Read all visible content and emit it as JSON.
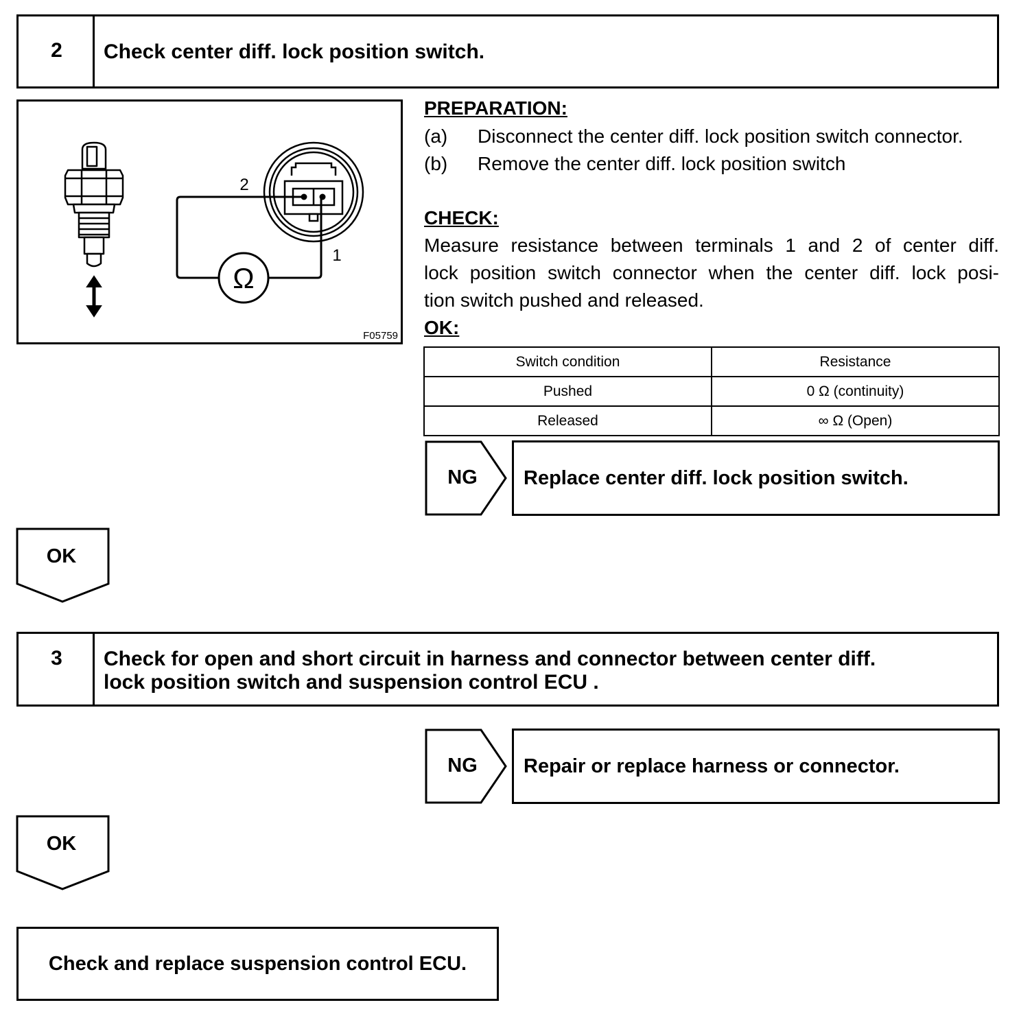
{
  "step2": {
    "number": "2",
    "title": "Check center diff. lock position switch."
  },
  "figure": {
    "terminal_2": "2",
    "terminal_1": "1",
    "ohm_symbol": "Ω",
    "code": "F05759"
  },
  "preparation": {
    "heading": "PREPARATION:",
    "items": [
      {
        "marker": "(a)",
        "text": "Disconnect the center diff. lock position switch connector."
      },
      {
        "marker": "(b)",
        "text": "Remove the center diff. lock position switch"
      }
    ]
  },
  "check": {
    "heading": "CHECK:",
    "lines": [
      "Measure resistance between terminals 1 and 2 of center diff.",
      "lock position switch connector when the center diff. lock posi-",
      "tion switch pushed and released."
    ]
  },
  "ok_heading": "OK:",
  "table": {
    "headers": [
      "Switch condition",
      "Resistance"
    ],
    "rows": [
      [
        "Pushed",
        "0 Ω (continuity)"
      ],
      [
        "Released",
        "∞ Ω (Open)"
      ]
    ]
  },
  "ng1": {
    "label": "NG",
    "action": "Replace center diff. lock position switch."
  },
  "ok1": {
    "label": "OK"
  },
  "step3": {
    "number": "3",
    "title_line1": "Check for open and short circuit in harness and connector between center diff.",
    "title_line2": "lock position switch and suspension control ECU ."
  },
  "ng2": {
    "label": "NG",
    "action": "Repair or replace harness or connector."
  },
  "ok2": {
    "label": "OK"
  },
  "final": {
    "text": "Check and replace suspension control ECU."
  }
}
